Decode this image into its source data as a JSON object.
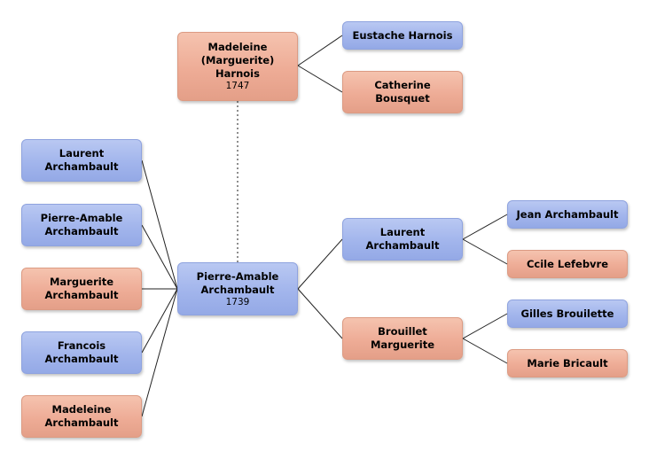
{
  "colors": {
    "male": "#a2b5ec",
    "female": "#eeac96",
    "line": "#222222"
  },
  "nodes": {
    "madeleine_harnois": {
      "name": "Madeleine\n(Marguerite)\nHarnois",
      "year": "1747",
      "gender": "female"
    },
    "eustache_harnois": {
      "name": "Eustache Harnois",
      "gender": "male"
    },
    "catherine_bousquet": {
      "name": "Catherine\nBousquet",
      "gender": "female"
    },
    "laurent_archambault_child": {
      "name": "Laurent\nArchambault",
      "gender": "male"
    },
    "pierre_amable_archambault_child": {
      "name": "Pierre-Amable\nArchambault",
      "gender": "male"
    },
    "marguerite_archambault": {
      "name": "Marguerite\nArchambault",
      "gender": "female"
    },
    "francois_archambault": {
      "name": "Francois\nArchambault",
      "gender": "male"
    },
    "madeleine_archambault": {
      "name": "Madeleine\nArchambault",
      "gender": "female"
    },
    "pierre_amable_archambault": {
      "name": "Pierre-Amable\nArchambault",
      "year": "1739",
      "gender": "male"
    },
    "laurent_archambault_father": {
      "name": "Laurent\nArchambault",
      "gender": "male"
    },
    "brouillet_marguerite": {
      "name": "Brouillet\nMarguerite",
      "gender": "female"
    },
    "jean_archambault": {
      "name": "Jean Archambault",
      "gender": "male"
    },
    "ccile_lefebvre": {
      "name": "Ccile Lefebvre",
      "gender": "female"
    },
    "gilles_brouilette": {
      "name": "Gilles Brouilette",
      "gender": "male"
    },
    "marie_bricault": {
      "name": "Marie Bricault",
      "gender": "female"
    }
  }
}
